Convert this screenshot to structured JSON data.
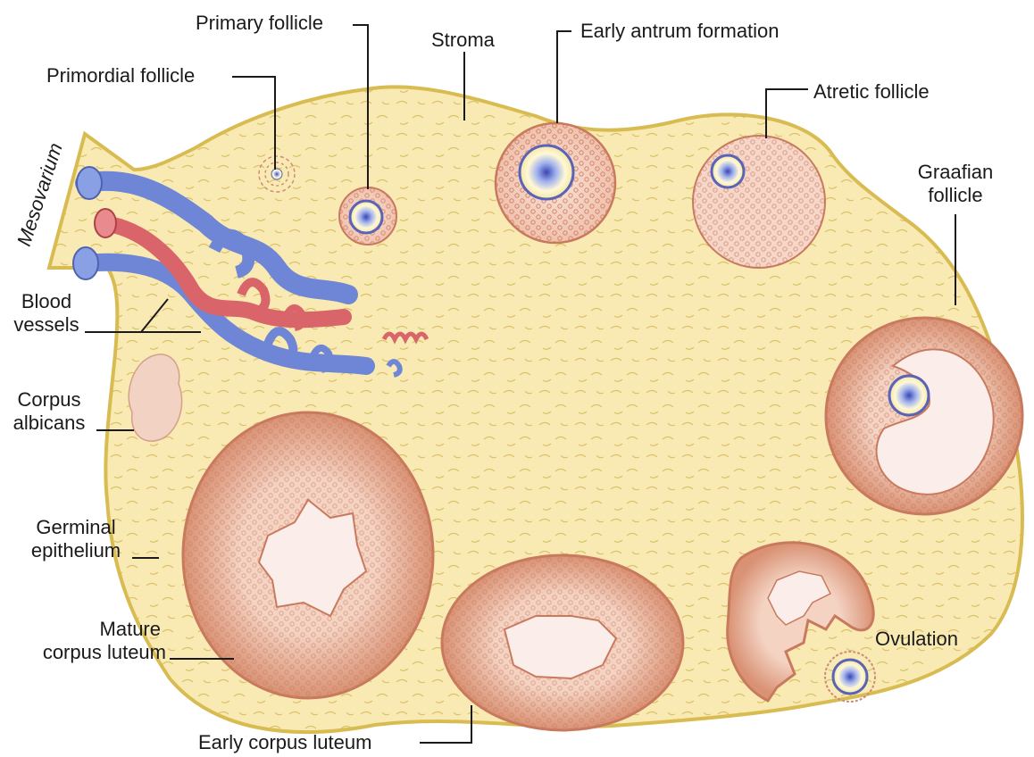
{
  "labels": {
    "primary_follicle": "Primary follicle",
    "stroma": "Stroma",
    "early_antrum_formation": "Early antrum formation",
    "primordial_follicle": "Primordial follicle",
    "atretic_follicle": "Atretic follicle",
    "mesovarium": "Mesovarium",
    "graafian_follicle_l1": "Graafian",
    "graafian_follicle_l2": "follicle",
    "blood_vessels_l1": "Blood",
    "blood_vessels_l2": "vessels",
    "corpus_albicans_l1": "Corpus",
    "corpus_albicans_l2": "albicans",
    "germinal_epithelium_l1": "Germinal",
    "germinal_epithelium_l2": "epithelium",
    "mature_corpus_luteum_l1": "Mature",
    "mature_corpus_luteum_l2": "corpus luteum",
    "ovulation": "Ovulation",
    "early_corpus_luteum": "Early corpus luteum"
  },
  "colors": {
    "stroma_fill": "#f8eab2",
    "ovary_outline": "#d8bc52",
    "follicle_rim": "#c97a5e",
    "follicle_fill": "#f3cbb8",
    "antrum_fill": "#fbeeea",
    "oocyte_zona": "#5b63b8",
    "vein": "#6f86d6",
    "artery": "#d9646a",
    "albicans": "#f2d2c2"
  }
}
